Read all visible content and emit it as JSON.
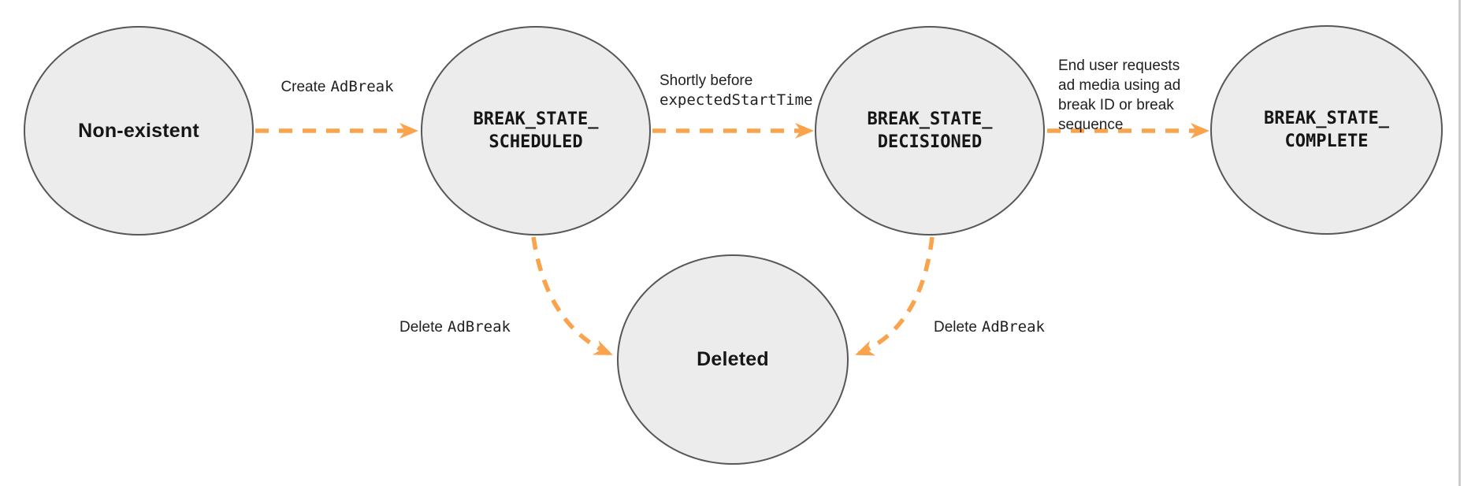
{
  "diagram": {
    "description": "Ad break state transition diagram",
    "colors": {
      "arrow": "#F9A44C",
      "node_fill": "#ECECEC",
      "node_border": "#56575A",
      "text": "#202124",
      "page_edge": "#CDCDCD"
    },
    "states": [
      {
        "id": "non-existent",
        "label": "Non-existent",
        "style": "plain"
      },
      {
        "id": "break-state-scheduled",
        "label": "BREAK_STATE_\nSCHEDULED",
        "style": "code"
      },
      {
        "id": "break-state-decisioned",
        "label": "BREAK_STATE_\nDECISIONED",
        "style": "code"
      },
      {
        "id": "break-state-complete",
        "label": "BREAK_STATE_\nCOMPLETE",
        "style": "code"
      },
      {
        "id": "deleted",
        "label": "Deleted",
        "style": "plain"
      }
    ],
    "transitions": [
      {
        "from": "non-existent",
        "to": "break-state-scheduled",
        "label_text": "Create",
        "label_code": "AdBreak"
      },
      {
        "from": "break-state-scheduled",
        "to": "break-state-decisioned",
        "label_text": "Shortly before",
        "label_code": "expectedStartTime"
      },
      {
        "from": "break-state-decisioned",
        "to": "break-state-complete",
        "label_text": "End user requests\nad media using ad\nbreak ID or break\nsequence",
        "label_code": ""
      },
      {
        "from": "break-state-scheduled",
        "to": "deleted",
        "label_text": "Delete",
        "label_code": "AdBreak"
      },
      {
        "from": "break-state-decisioned",
        "to": "deleted",
        "label_text": "Delete",
        "label_code": "AdBreak"
      }
    ]
  }
}
